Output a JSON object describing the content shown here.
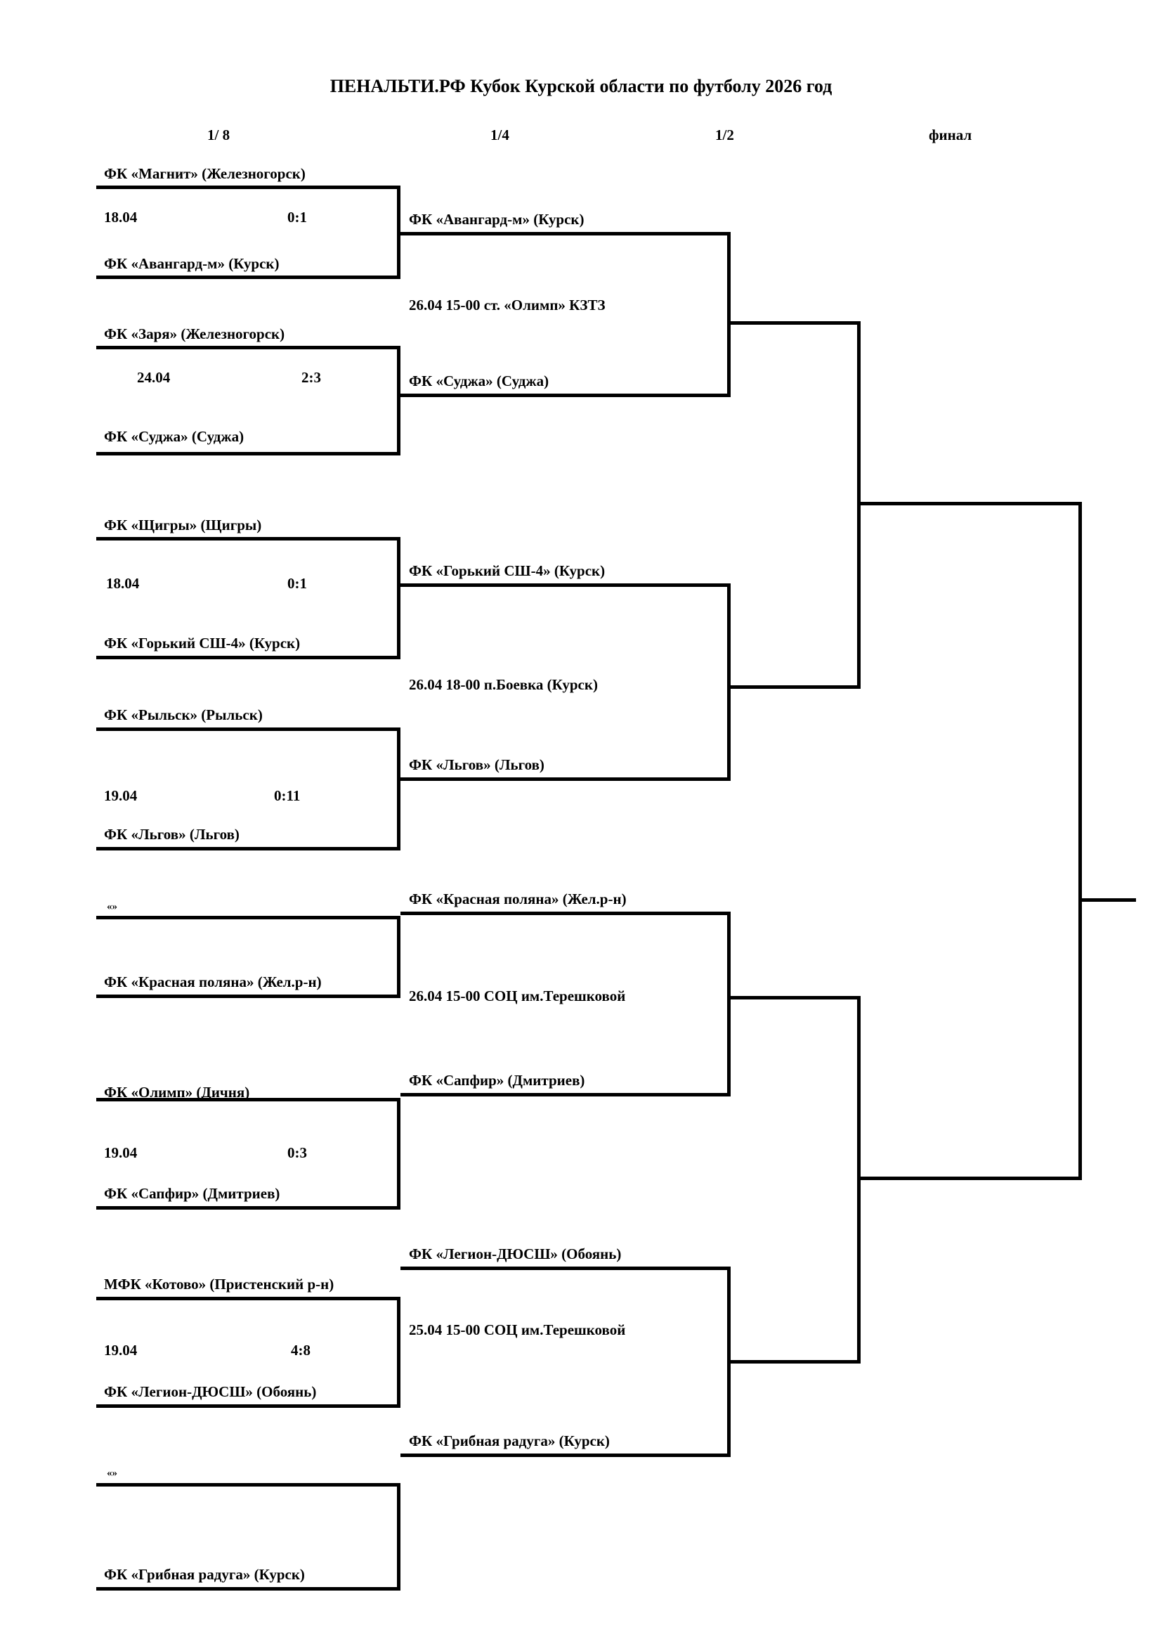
{
  "title": "ПЕНАЛЬТИ.РФ Кубок Курской области по футболу 2026 год",
  "rounds": [
    {
      "label": "1/ 8"
    },
    {
      "label": "1/4"
    },
    {
      "label": "1/2"
    },
    {
      "label": "финал"
    }
  ],
  "round_of_16": [
    {
      "top_team": "ФК «Магнит» (Железногорск)",
      "bottom_team": "ФК «Авангард-м» (Курск)",
      "date": "18.04",
      "score": "0:1"
    },
    {
      "top_team": "ФК «Заря» (Железногорск)",
      "bottom_team": "ФК «Суджа» (Суджа)",
      "date": "24.04",
      "score": "2:3"
    },
    {
      "top_team": "ФК «Щигры» (Щигры)",
      "bottom_team": "ФК «Горький СШ-4» (Курск)",
      "date": "18.04",
      "score": "0:1"
    },
    {
      "top_team": "ФК «Рыльск» (Рыльск)",
      "bottom_team": "ФК «Льгов» (Льгов)",
      "date": "19.04",
      "score": "0:11"
    },
    {
      "top_team": "«»",
      "bottom_team": "ФК «Красная поляна» (Жел.р-н)",
      "date": "",
      "score": ""
    },
    {
      "top_team": "ФК «Олимп» (Дичня)",
      "bottom_team": "ФК «Сапфир» (Дмитриев)",
      "date": "19.04",
      "score": "0:3"
    },
    {
      "top_team": "МФК «Котово» (Пристенский р-н)",
      "bottom_team": "ФК «Легион-ДЮСШ» (Обоянь)",
      "date": "19.04",
      "score": "4:8"
    },
    {
      "top_team": "«»",
      "bottom_team": "ФК «Грибная радуга» (Курск)",
      "date": "",
      "score": ""
    }
  ],
  "quarterfinals": [
    {
      "top_team": "ФК «Авангард-м» (Курск)",
      "bottom_team": "ФК «Суджа» (Суджа)",
      "info": "26.04   15-00   ст. «Олимп» КЗТЗ"
    },
    {
      "top_team": "ФК «Горький СШ-4» (Курск)",
      "bottom_team": "ФК «Льгов» (Льгов)",
      "info": "26.04     18-00    п.Боевка (Курск)"
    },
    {
      "top_team": "ФК «Красная поляна» (Жел.р-н)",
      "bottom_team": "ФК «Сапфир» (Дмитриев)",
      "info": "26.04    15-00   СОЦ им.Терешковой"
    },
    {
      "top_team": "ФК «Легион-ДЮСШ» (Обоянь)",
      "bottom_team": "ФК «Грибная радуга» (Курск)",
      "info": "25.04   15-00   СОЦ им.Терешковой"
    }
  ],
  "semifinals": [
    {
      "top_team": "",
      "bottom_team": "",
      "info": ""
    },
    {
      "top_team": "",
      "bottom_team": "",
      "info": ""
    }
  ],
  "final": {
    "winner": "",
    "info": ""
  }
}
